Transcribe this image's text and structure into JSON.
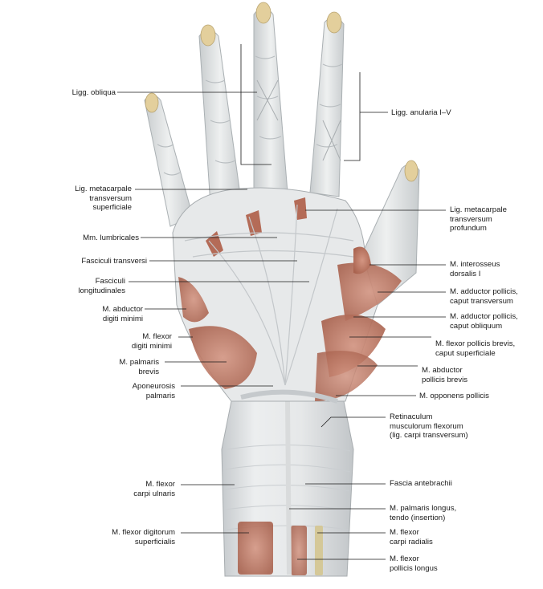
{
  "colors": {
    "background": "#ffffff",
    "fascia": "#e4e6e7",
    "fascia_shadow": "#b9bdc0",
    "muscle": "#c98470",
    "muscle_dark": "#9e5a47",
    "bone": "#e3cf9c",
    "leader": "#1a1a1a"
  },
  "labels_left": [
    {
      "id": "ligg-obliqua",
      "lines": [
        "Ligg. obliqua"
      ]
    },
    {
      "id": "lig-metacarpale-superficiale",
      "lines": [
        "Lig. metacarpale",
        "transversum",
        "superficiale"
      ]
    },
    {
      "id": "mm-lumbricales",
      "lines": [
        "Mm. lumbricales"
      ]
    },
    {
      "id": "fasciculi-transversi",
      "lines": [
        "Fasciculi transversi"
      ]
    },
    {
      "id": "fasciculi-longitudinales",
      "lines": [
        "Fasciculi",
        "longitudinales"
      ]
    },
    {
      "id": "m-abductor-digiti-minimi",
      "lines": [
        "M. abductor",
        "digiti minimi"
      ]
    },
    {
      "id": "m-flexor-digiti-minimi",
      "lines": [
        "M. flexor",
        "digiti minimi"
      ]
    },
    {
      "id": "m-palmaris-brevis",
      "lines": [
        "M. palmaris",
        "brevis"
      ]
    },
    {
      "id": "aponeurosis-palmaris",
      "lines": [
        "Aponeurosis",
        "palmaris"
      ]
    },
    {
      "id": "m-flexor-carpi-ulnaris",
      "lines": [
        "M. flexor",
        "carpi ulnaris"
      ]
    },
    {
      "id": "m-flexor-digitorum-superficialis",
      "lines": [
        "M. flexor digitorum",
        "superficialis"
      ]
    }
  ],
  "labels_right": [
    {
      "id": "ligg-anularia",
      "lines": [
        "Ligg. anularia I–V"
      ]
    },
    {
      "id": "lig-metacarpale-profundum",
      "lines": [
        "Lig. metacarpale",
        "transversum",
        "profundum"
      ]
    },
    {
      "id": "m-interosseus-dorsalis",
      "lines": [
        "M. interosseus",
        "dorsalis I"
      ]
    },
    {
      "id": "m-adductor-pollicis-transversum",
      "lines": [
        "M. adductor pollicis,",
        "caput transversum"
      ]
    },
    {
      "id": "m-adductor-pollicis-obliquum",
      "lines": [
        "M. adductor pollicis,",
        "caput obliquum"
      ]
    },
    {
      "id": "m-flexor-pollicis-brevis",
      "lines": [
        "M. flexor pollicis brevis,",
        "caput superficiale"
      ]
    },
    {
      "id": "m-abductor-pollicis-brevis",
      "lines": [
        "M. abductor",
        "pollicis brevis"
      ]
    },
    {
      "id": "m-opponens-pollicis",
      "lines": [
        "M. opponens pollicis"
      ]
    },
    {
      "id": "retinaculum",
      "lines": [
        "Retinaculum",
        "musculorum flexorum",
        "(lig. carpi transversum)"
      ]
    },
    {
      "id": "fascia-antebrachii",
      "lines": [
        "Fascia antebrachii"
      ]
    },
    {
      "id": "m-palmaris-longus",
      "lines": [
        "M. palmaris longus,",
        "tendo (insertion)"
      ]
    },
    {
      "id": "m-flexor-carpi-radialis",
      "lines": [
        "M. flexor",
        "carpi radialis"
      ]
    },
    {
      "id": "m-flexor-pollicis-longus",
      "lines": [
        "M. flexor",
        "pollicis longus"
      ]
    }
  ]
}
